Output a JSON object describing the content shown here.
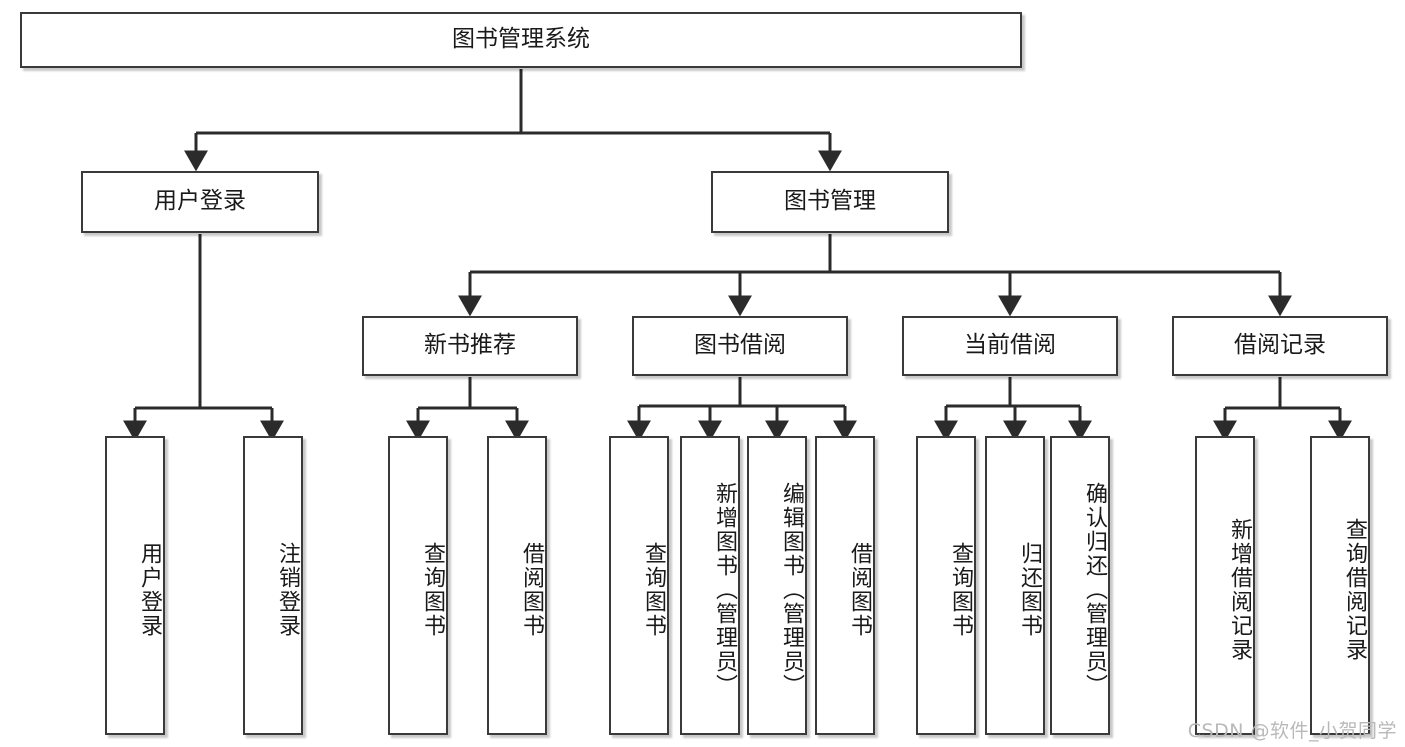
{
  "diagram": {
    "title": "图书管理系统",
    "watermark": "CSDN @软件_小贺同学",
    "theme": {
      "background": "#ffffff",
      "box_border": "#3a3a3a",
      "box_fill": "#ffffff",
      "connector": "#2b2b2b",
      "text": "#1a1a1a",
      "watermark_color": "#b9b9b9"
    },
    "root": {
      "label": "图书管理系统"
    },
    "level2": [
      {
        "label": "用户登录"
      },
      {
        "label": "图书管理"
      }
    ],
    "level3": [
      {
        "label": "新书推荐"
      },
      {
        "label": "图书借阅"
      },
      {
        "label": "当前借阅"
      },
      {
        "label": "借阅记录"
      }
    ],
    "leaves": {
      "user_login": [
        {
          "label": "用户登录"
        },
        {
          "label": "注销登录"
        }
      ],
      "new_book_recommend": [
        {
          "label": "查询图书"
        },
        {
          "label": "借阅图书"
        }
      ],
      "book_borrow": [
        {
          "label": "查询图书"
        },
        {
          "label": "新增图书（管理员）"
        },
        {
          "label": "编辑图书（管理员）"
        },
        {
          "label": "借阅图书"
        }
      ],
      "current_borrow": [
        {
          "label": "查询图书"
        },
        {
          "label": "归还图书"
        },
        {
          "label": "确认归还（管理员）"
        }
      ],
      "borrow_record": [
        {
          "label": "新增借阅记录"
        },
        {
          "label": "查询借阅记录"
        }
      ]
    }
  }
}
